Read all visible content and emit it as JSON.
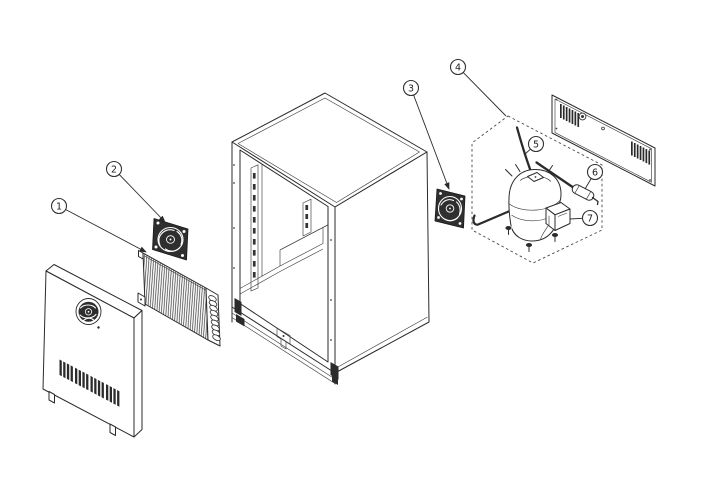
{
  "diagram": {
    "type": "exploded-parts-diagram",
    "background_color": "#ffffff",
    "line_color": "#2b2b2b",
    "callouts": [
      {
        "label": "1"
      },
      {
        "label": "2"
      },
      {
        "label": "3"
      },
      {
        "label": "4"
      },
      {
        "label": "5"
      },
      {
        "label": "6"
      },
      {
        "label": "7"
      }
    ]
  }
}
